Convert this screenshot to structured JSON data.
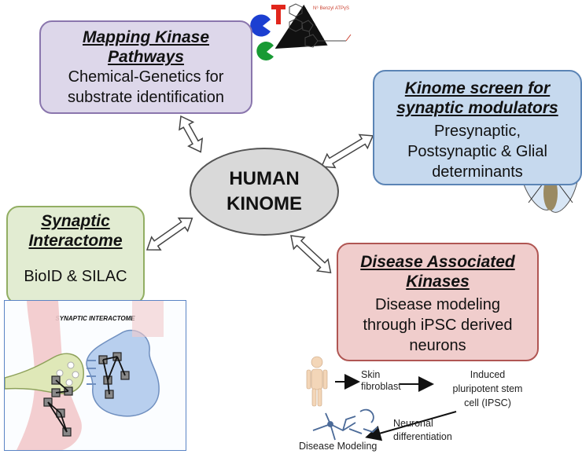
{
  "hub": {
    "line1": "HUMAN",
    "line2": "KINOME"
  },
  "mapping": {
    "title_line1": "Mapping Kinase",
    "title_line2": "Pathways",
    "body_line1": "Chemical-Genetics for",
    "body_line2": "substrate identification"
  },
  "kinome_screen": {
    "title_line1": "Kinome screen for",
    "title_line2": "synaptic modulators",
    "body_line1": "Presynaptic,",
    "body_line2": "Postsynaptic & Glial",
    "body_line3": "determinants"
  },
  "interactome": {
    "title_line1": "Synaptic",
    "title_line2": "Interactome",
    "body": "BioID & SILAC",
    "panel_label": "SYNAPTIC INTERACTOME"
  },
  "disease": {
    "title_line1": "Disease Associated",
    "title_line2": "Kinases",
    "body_line1": "Disease modeling",
    "body_line2": "through iPSC derived",
    "body_line3": "neurons"
  },
  "workflow": {
    "skin_line1": "Skin",
    "skin_line2": "fibroblast",
    "ipsc_line1": "Induced",
    "ipsc_line2": "pluripotent stem",
    "ipsc_line3": "cell (IPSC)",
    "neuronal_line1": "Neuronal",
    "neuronal_line2": "differentiation",
    "disease_modeling": "Disease Modeling"
  },
  "chem_label": "N⁶ Benzyl ATPγS",
  "colors": {
    "mapping": "#ddd7ea",
    "kinome": "#c6d9ee",
    "interactome": "#e2ecd2",
    "disease": "#f0cdcc",
    "hub": "#d9d9d9"
  }
}
